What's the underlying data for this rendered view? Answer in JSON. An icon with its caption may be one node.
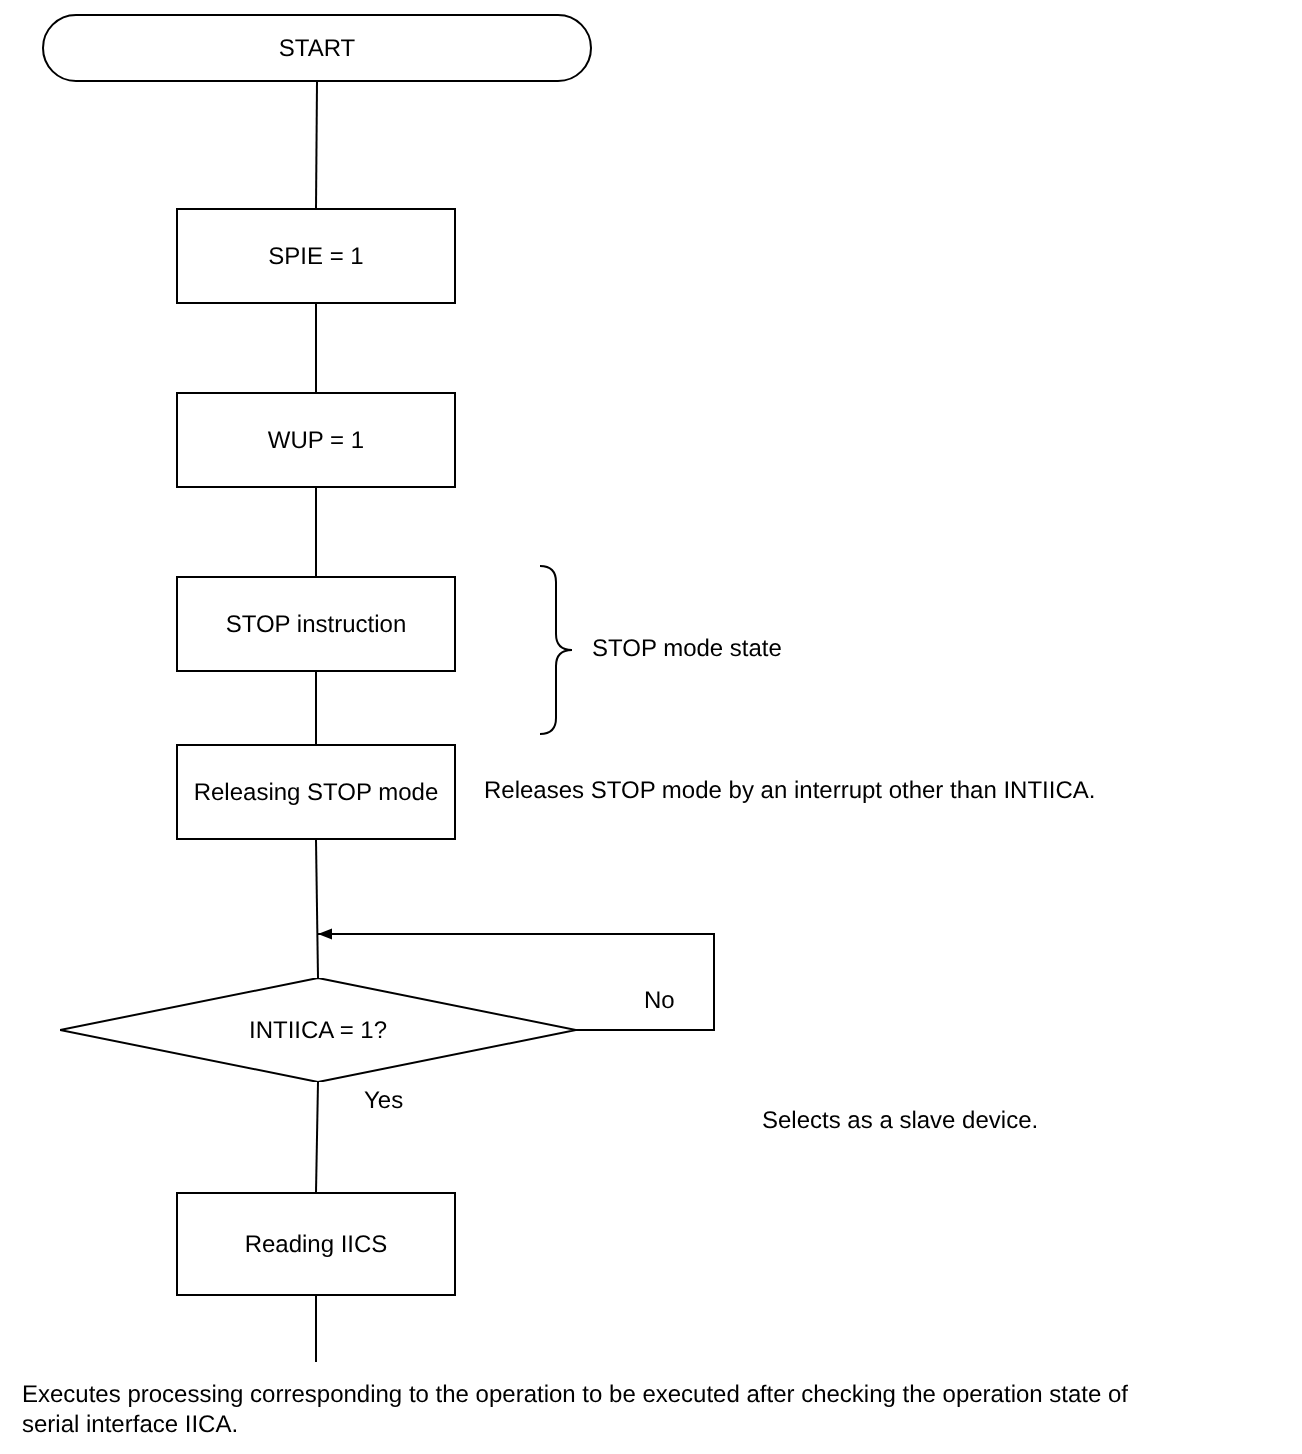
{
  "diagram": {
    "nodes": [
      {
        "text": [
          "START"
        ]
      },
      {
        "text": [
          "SPIE = 1"
        ]
      },
      {
        "text": [
          "WUP = 1"
        ]
      },
      {
        "text": [
          "STOP instruction"
        ]
      },
      {
        "text": [
          "Releasing STOP mode"
        ],
        "beside": [
          "Releases STOP mode by an interrupt other than INTIICA."
        ]
      },
      {
        "text": [
          "INTIICA = 1?"
        ]
      },
      {
        "text": [
          "Reading IICS"
        ]
      }
    ],
    "edges": [
      {
        "from": 0,
        "to": 1,
        "arrow": "none"
      },
      {
        "from": 1,
        "to": 2,
        "arrow": "none"
      },
      {
        "from": 2,
        "to": 3,
        "arrow": "none"
      },
      {
        "from": 3,
        "to": 4,
        "arrow": "none"
      },
      {
        "from": 4,
        "to": 5,
        "arrow": "none"
      },
      {
        "from": 5,
        "to": 5,
        "arrow": "to",
        "label": "No"
      },
      {
        "from": 5,
        "to": 6,
        "arrow": "none",
        "label": "Yes"
      },
      {
        "from": 6,
        "to": null,
        "arrow": "none"
      }
    ],
    "labels": [
      "STOP mode state",
      "Selects as a slave device.",
      "Executes processing corresponding to the operation to be executed after checking the operation state of serial interface IICA."
    ]
  }
}
